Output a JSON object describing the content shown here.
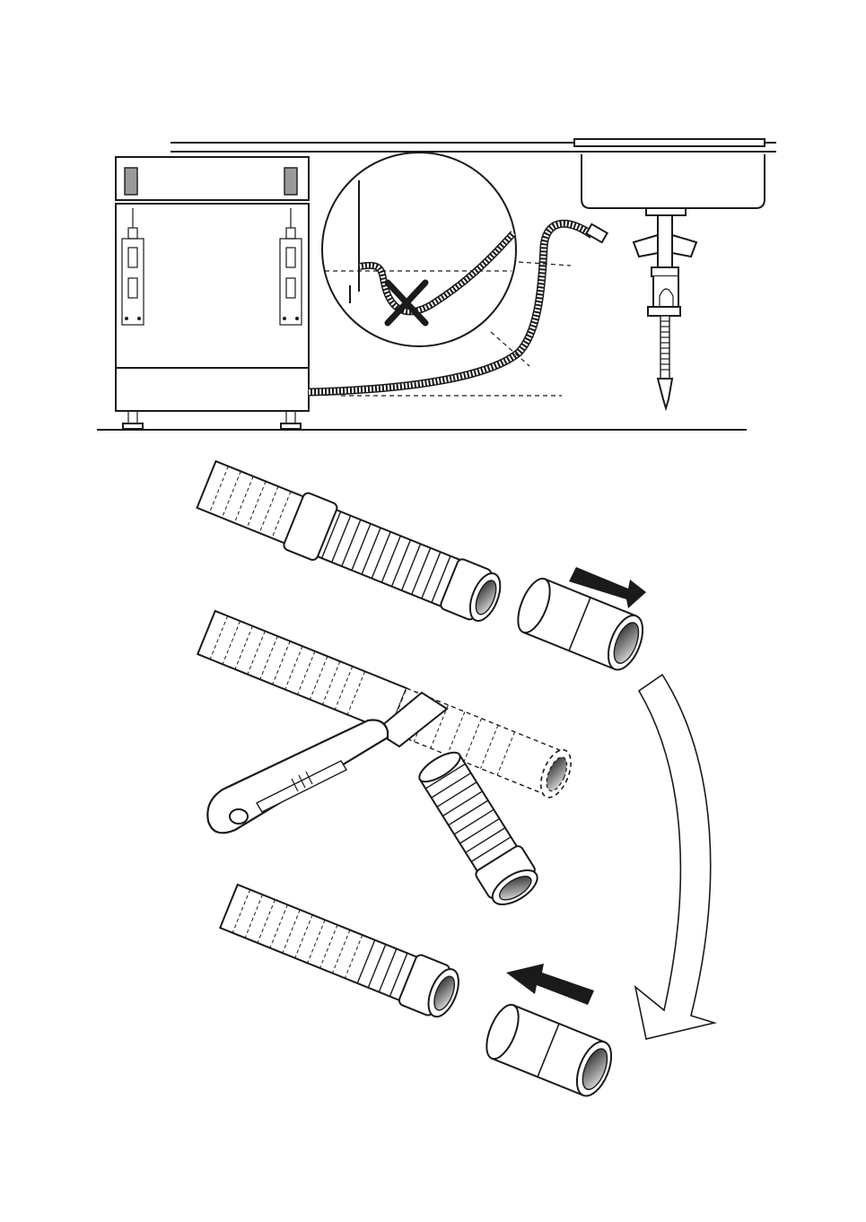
{
  "figure": {
    "panels": [
      {
        "name": "installation-overview"
      },
      {
        "name": "remove-connector"
      },
      {
        "name": "cut-hose"
      },
      {
        "name": "refit-connector"
      }
    ],
    "colors": {
      "line": "#1a1a1a",
      "panel": "#9a9a9a",
      "background": "#ffffff"
    },
    "icons": [
      "cross-icon",
      "arrow-right-icon",
      "arrow-left-icon",
      "curved-arrow-icon",
      "knife-icon"
    ]
  }
}
